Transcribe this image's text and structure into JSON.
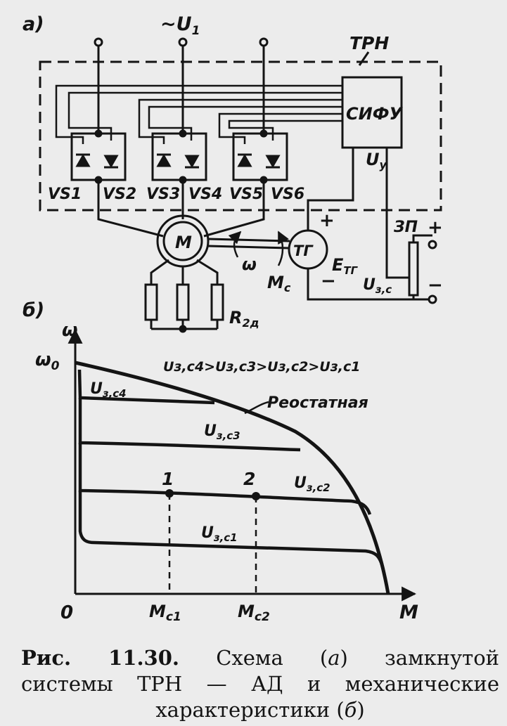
{
  "diagram_a": {
    "panel_label": "а)",
    "supply_label": "~U",
    "supply_sub": "1",
    "regulator_label": "ТРН",
    "control_block_label": "СИФУ",
    "control_voltage_label": "U",
    "control_voltage_sub": "у",
    "thyristors": [
      "VS1",
      "VS2",
      "VS3",
      "VS4",
      "VS5",
      "VS6"
    ],
    "motor_label": "М",
    "tacho_label": "ТГ",
    "tacho_emf_label": "E",
    "tacho_emf_sub": "ТГ",
    "speed_label": "ω",
    "load_torque_label": "M",
    "load_torque_sub": "с",
    "rotor_resistor_label": "R",
    "rotor_resistor_sub": "2д",
    "setpoint_label": "ЗП",
    "setpoint_voltage_label": "U",
    "setpoint_voltage_sub": "з,с",
    "plus_sign": "+",
    "minus_sign": "−"
  },
  "diagram_b": {
    "panel_label": "б)",
    "y_axis_label": "ω",
    "omega0_label": "ω",
    "omega0_sub": "0",
    "x_axis_label": "M",
    "origin_label": "0",
    "relation": "Uз,с4>Uз,с3>Uз,с2>Uз,с1",
    "rheostat_label": "Реостатная",
    "curves": [
      {
        "label": "U",
        "sub": "з,с4"
      },
      {
        "label": "U",
        "sub": "з,с3"
      },
      {
        "label": "U",
        "sub": "з,с2"
      },
      {
        "label": "U",
        "sub": "з,с1"
      }
    ],
    "points": [
      "1",
      "2"
    ],
    "torques": [
      {
        "label": "M",
        "sub": "с1"
      },
      {
        "label": "M",
        "sub": "с2"
      }
    ]
  },
  "caption": {
    "number": "Рис. 11.30.",
    "line1_rest": "Схема (",
    "part_a": "а",
    "line1_end": ") замкнутой",
    "line2": "системы ТРН — АД и механические",
    "line3_start": "характеристики (",
    "part_b": "б",
    "line3_end": ")"
  },
  "colors": {
    "ink": "#141414",
    "paper": "#ececec"
  }
}
